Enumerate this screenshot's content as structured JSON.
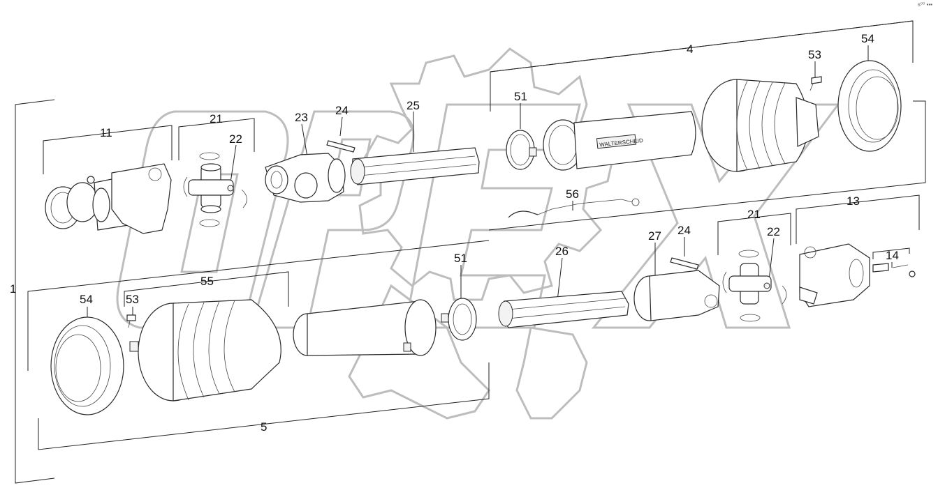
{
  "corner_mark": "s⁰⁰ ▪▪▪",
  "watermark": {
    "text": "OPEX",
    "color": "#bdbdbd"
  },
  "tube_brand": "WALTERSCHEID",
  "callouts": [
    {
      "id": "c-1",
      "text": "1"
    },
    {
      "id": "c-4",
      "text": "4"
    },
    {
      "id": "c-5",
      "text": "5"
    },
    {
      "id": "c-11",
      "text": "11"
    },
    {
      "id": "c-13",
      "text": "13"
    },
    {
      "id": "c-14",
      "text": "14"
    },
    {
      "id": "c-21a",
      "text": "21"
    },
    {
      "id": "c-21b",
      "text": "21"
    },
    {
      "id": "c-22a",
      "text": "22"
    },
    {
      "id": "c-22b",
      "text": "22"
    },
    {
      "id": "c-23",
      "text": "23"
    },
    {
      "id": "c-24a",
      "text": "24"
    },
    {
      "id": "c-24b",
      "text": "24"
    },
    {
      "id": "c-25",
      "text": "25"
    },
    {
      "id": "c-26",
      "text": "26"
    },
    {
      "id": "c-27",
      "text": "27"
    },
    {
      "id": "c-51a",
      "text": "51"
    },
    {
      "id": "c-51b",
      "text": "51"
    },
    {
      "id": "c-53a",
      "text": "53"
    },
    {
      "id": "c-53b",
      "text": "53"
    },
    {
      "id": "c-54a",
      "text": "54"
    },
    {
      "id": "c-54b",
      "text": "54"
    },
    {
      "id": "c-55",
      "text": "55"
    },
    {
      "id": "c-56",
      "text": "56"
    }
  ]
}
